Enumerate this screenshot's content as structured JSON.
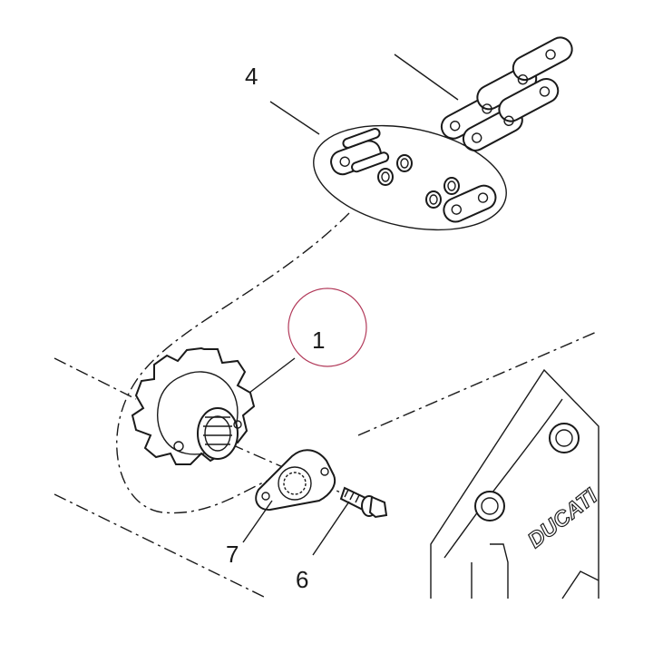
{
  "callouts": {
    "c1": "1",
    "c4": "4",
    "c6": "6",
    "c7": "7"
  },
  "highlight_color": "#b23a5a",
  "brand_text": "DUCATI"
}
